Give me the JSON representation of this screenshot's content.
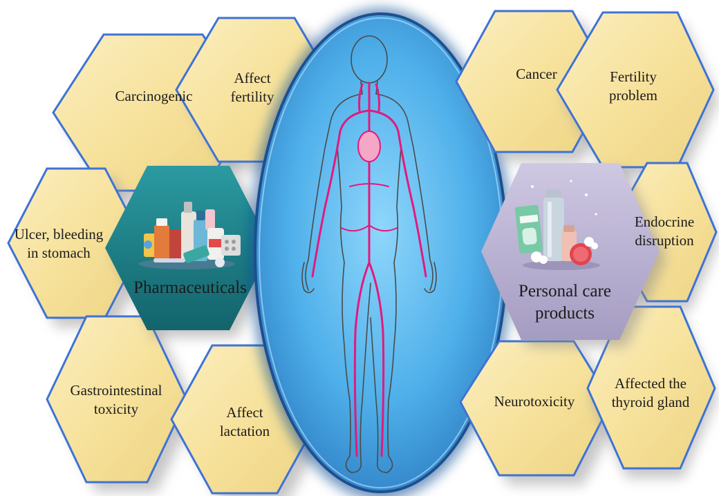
{
  "hubs": {
    "pharmaceuticals": "Pharmaceuticals",
    "personal_care": "Personal care\nproducts"
  },
  "left_effects": {
    "carcinogenic": "Carcinogenic",
    "affect_fertility": "Affect\nfertility",
    "ulcer": "Ulcer, bleeding\nin stomach",
    "gastrointestinal": "Gastrointestinal\ntoxicity",
    "affect_lactation": "Affect\nlactation"
  },
  "right_effects": {
    "cancer": "Cancer",
    "fertility_problem": "Fertility\nproblem",
    "endocrine": "Endocrine\ndisruption",
    "neurotoxicity": "Neurotoxicity",
    "thyroid": "Affected the\nthyroid gland"
  },
  "icons": {
    "center": "human-circulatory-system-icon",
    "left_hub": "medicine-bottles-icon",
    "right_hub": "cosmetic-products-icon"
  },
  "colors": {
    "effect_fill": "#f9e5a5",
    "effect_border": "#3d73d6",
    "pharma_fill": "#1e7f86",
    "personal_fill": "#b8b0cf",
    "ellipse_fill": "#5ab4ec",
    "vessels": "#e3197e"
  }
}
